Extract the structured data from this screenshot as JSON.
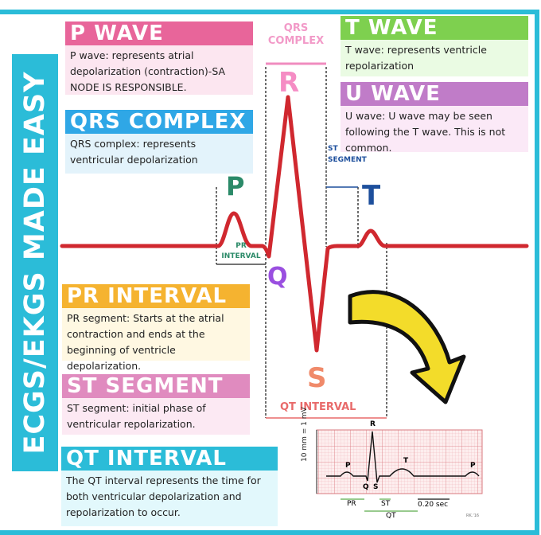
{
  "title": "ECGS/EKGS MADE EASY",
  "cards": {
    "p_wave": {
      "heading": "P WAVE",
      "text": "P wave: represents atrial depolarization (contraction)-SA NODE IS RESPONSIBLE.",
      "color": "#e8659a",
      "bg": "#fce6f0"
    },
    "qrs": {
      "heading": "QRS COMPLEX",
      "text": "QRS complex: represents ventricular depolarization",
      "color": "#2fa7e6",
      "bg": "#e3f3fb"
    },
    "pr": {
      "heading": "PR INTERVAL",
      "text": "PR segment: Starts at the atrial contraction and ends at the beginning of ventricle depolarization.",
      "color": "#f5b330",
      "bg": "#fff8e2"
    },
    "st": {
      "heading": "ST SEGMENT",
      "text": "ST segment:  initial phase of ventricular repolarization.",
      "color": "#e08bbf",
      "bg": "#fce9f3"
    },
    "qt": {
      "heading": "QT INTERVAL",
      "text": "The QT interval represents the time for both ventricular depolarization and repolarization to occur.",
      "color": "#2bbcd8",
      "bg": "#e2f8fc"
    },
    "t_wave": {
      "heading": "T WAVE",
      "text": "T wave: represents ventricle repolarization",
      "color": "#7ed04f",
      "bg": "#eafbe3"
    },
    "u_wave": {
      "heading": "U WAVE",
      "text": "U wave: U wave may be seen following the T wave. This is not common.",
      "color": "#c07cc8",
      "bg": "#fbe9f7"
    }
  },
  "diagram": {
    "qrs_label_1": "QRS",
    "qrs_label_2": "COMPLEX",
    "R": "R",
    "P": "P",
    "Q": "Q",
    "S": "S",
    "T": "T",
    "pr_interval_1": "PR",
    "pr_interval_2": "INTERVAL",
    "st_segment_1": "ST",
    "st_segment_2": "SEGMENT",
    "qt_interval": "QT INTERVAL",
    "trace_color": "#d0282f"
  },
  "mini_ecg": {
    "y_label": "10 mm = 1 mV",
    "R": "R",
    "P1": "P",
    "T": "T",
    "P2": "P",
    "Q": "Q",
    "S": "S",
    "pr": "PR",
    "st": "ST",
    "qt": "QT",
    "scale": "0.20 sec",
    "credit": "RK.'16"
  }
}
